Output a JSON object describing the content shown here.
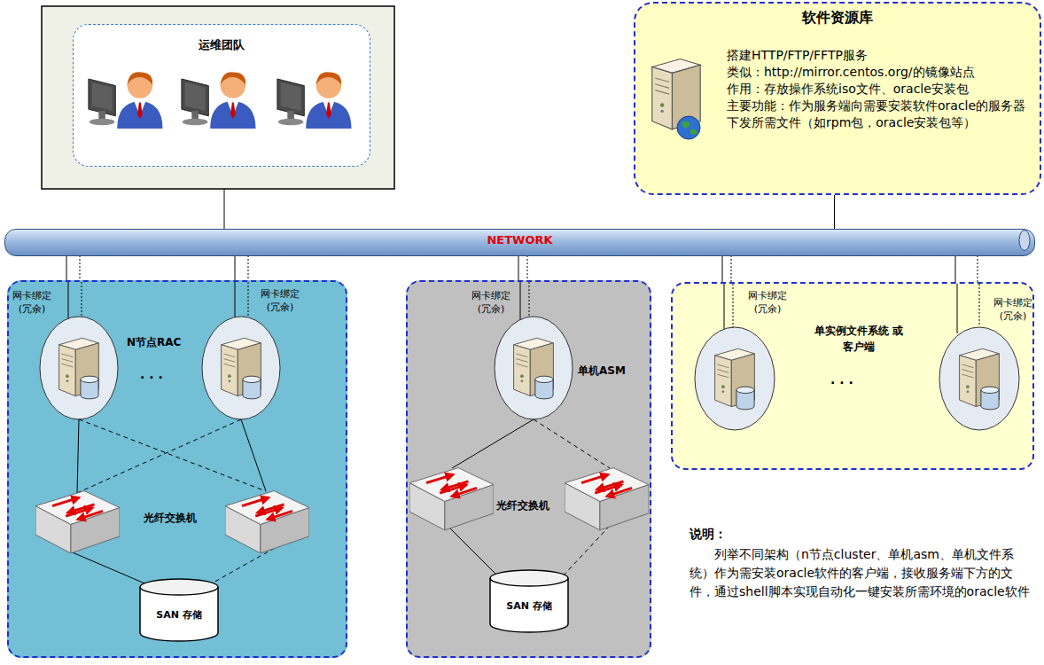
{
  "diagram": {
    "nodes": [
      {
        "text": [
          "运维团队"
        ]
      },
      {
        "text": [
          "软件资源库",
          "搭建HTTP/FTP/FFTP服务",
          "类似：http://mirror.centos.org/的镜像站点",
          "作用：存放操作系统iso文件、oracle安装包",
          "主要功能：作为服务端向需要安装软件oracle的服务器下发所需文件（如rpm包，oracle安装包等）"
        ]
      },
      {
        "text": [
          "NETWORK"
        ]
      },
      {
        "text": [
          "N节点RAC"
        ]
      },
      {
        "text": [
          "SAN 存储"
        ],
        "in": 3
      },
      {
        "text": [
          "单机ASM"
        ]
      },
      {
        "text": [
          "SAN 存储"
        ],
        "in": 5
      },
      {
        "text": [
          "单实例文件系统 或客户端"
        ]
      }
    ],
    "edges": [
      {
        "from": 2,
        "to": 1,
        "arrow": "none"
      }
    ],
    "labels": [
      "· · ·",
      "光纤交换机",
      "网卡绑定 (冗余)",
      "网卡绑定 (冗余)",
      "网卡绑定 (冗余)",
      "光纤交换机",
      "网卡绑定 (冗余)",
      "网卡绑定 (冗余)",
      "· · ·",
      "说明：",
      "列举不同架构（n节点cluster、单机asm、单机文件系统）作为需安装oracle软件的客户端，接收服务端下方的文件，通过shell脚本实现自动化一键安装所需环境的oracle软件"
    ]
  }
}
